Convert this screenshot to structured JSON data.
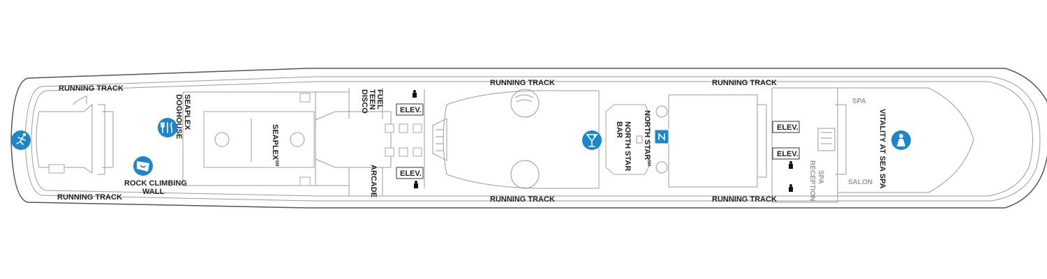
{
  "colors": {
    "icon_blue": "#1b86c9",
    "outline": "#555555",
    "interior_line": "#9a9a9a",
    "label": "#1f1f1f",
    "label_grey": "#9a9a9a"
  },
  "track": {
    "top_left": "RUNNING TRACK",
    "top_mid": "RUNNING TRACK",
    "top_right": "RUNNING TRACK",
    "bottom_left": "RUNNING TRACK",
    "bottom_mid": "RUNNING TRACK",
    "bottom_right": "RUNNING TRACK"
  },
  "venues": {
    "seaplex_doghouse_1": "SEAPLEX",
    "seaplex_doghouse_2": "DOGHOUSE",
    "seaplex": "SEAPLEX",
    "seaplex_mark": "SM",
    "rock_climbing_1": "ROCK CLIMBING",
    "rock_climbing_2": "WALL",
    "fuel_1": "FUEL",
    "fuel_2": "TEEN",
    "fuel_3": "DISCO",
    "arcade": "ARCADE",
    "north_star_bar_1": "NORTH STAR",
    "north_star_bar_2": "BAR",
    "north_star": "NORTH STAR",
    "north_star_mark": "SM",
    "vitality": "VITALITY AT SEA SPA",
    "spa": "SPA",
    "spa_reception_1": "SPA",
    "spa_reception_2": "RECEPTION",
    "salon": "SALON"
  },
  "elevators": {
    "fwd_top": "ELEV.",
    "fwd_bottom": "ELEV.",
    "aft_top": "ELEV.",
    "aft_bottom": "ELEV."
  },
  "icons": [
    "jogging-icon",
    "dining-icon",
    "climbing-wall-icon",
    "cocktail-icon",
    "north-star-icon",
    "spa-icon",
    "restroom-icon"
  ]
}
